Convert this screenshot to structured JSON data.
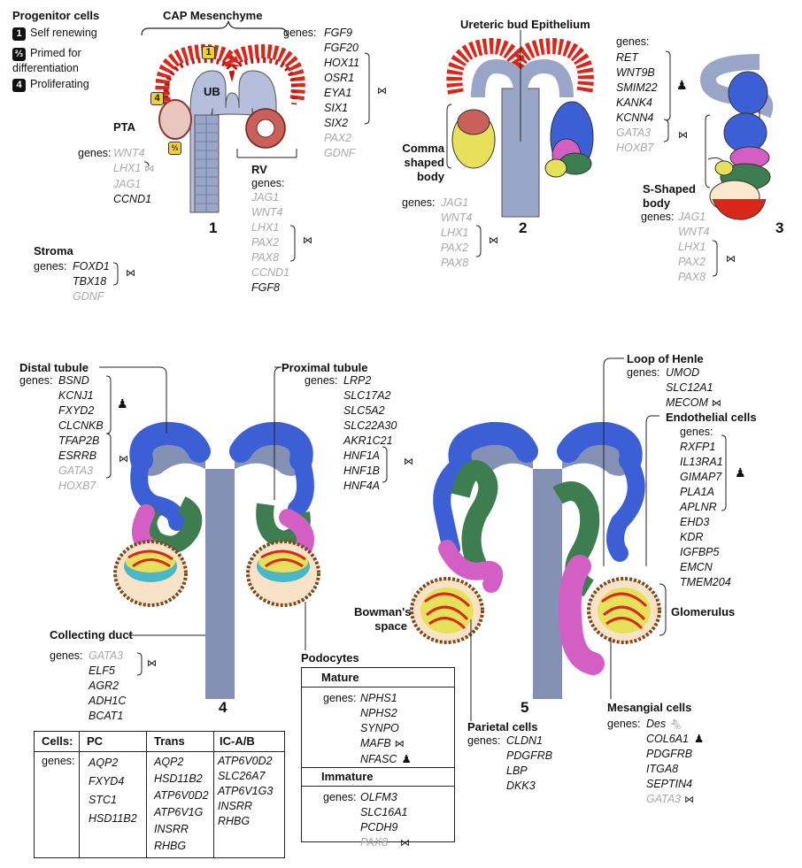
{
  "legend": {
    "title": "Progenitor cells",
    "items": [
      {
        "badge": "1",
        "text": "Self renewing"
      },
      {
        "badge": "⅔",
        "text": "Primed for differentiation"
      },
      {
        "badge": "4",
        "text": "Proliferating"
      }
    ]
  },
  "stage1": {
    "number": "1",
    "cap_title": "CAP Mesenchyme",
    "ub": "UB",
    "pta": "PTA",
    "rv": "RV",
    "cap_genes_label": "genes:",
    "cap_genes": [
      "FGF9",
      "FGF20",
      "HOX11",
      "OSR1",
      "EYA1",
      "SIX1",
      "SIX2",
      "PAX2",
      "GDNF"
    ],
    "pta_genes_label": "genes:",
    "pta_genes": [
      "WNT4",
      "LHX1",
      "JAG1",
      "CCND1"
    ],
    "rv_genes_label": "genes:",
    "rv_genes": [
      "JAG1",
      "WNT4",
      "LHX1",
      "PAX2",
      "PAX8",
      "CCND1",
      "FGF8"
    ],
    "stroma_title": "Stroma",
    "stroma_genes_label": "genes:",
    "stroma_genes": [
      "FOXD1",
      "TBX18",
      "GDNF"
    ],
    "badge_1": "1",
    "badge_4": "4",
    "badge_23": "⅔"
  },
  "stage2": {
    "number": "2",
    "title": "Ureteric bud Epithelium",
    "comma_label": "Comma shaped body",
    "ureteric_genes_label": "genes:",
    "ureteric_genes": [
      "RET",
      "WNT9B",
      "SMIM22",
      "KANK4",
      "KCNN4",
      "GATA3",
      "HOXB7"
    ],
    "comma_genes_label": "genes:",
    "comma_genes": [
      "JAG1",
      "WNT4",
      "LHX1",
      "PAX2",
      "PAX8"
    ]
  },
  "stage3": {
    "number": "3",
    "s_label": "S-Shaped body",
    "genes_label": "genes:",
    "genes": [
      "JAG1",
      "WNT4",
      "LHX1",
      "PAX2",
      "PAX8"
    ]
  },
  "stage4": {
    "number": "4",
    "distal_title": "Distal tubule",
    "distal_genes_label": "genes:",
    "distal_genes": [
      "BSND",
      "KCNJ1",
      "FXYD2",
      "CLCNKB",
      "TFAP2B",
      "ESRRB",
      "GATA3",
      "HOXB7"
    ],
    "proximal_title": "Proximal  tubule",
    "proximal_genes_label": "genes:",
    "proximal_genes": [
      "LRP2",
      "SLC17A2",
      "SLC5A2",
      "SLC22A30",
      "AKR1C21",
      "HNF1A",
      "HNF1B",
      "HNF4A"
    ],
    "collecting_title": "Collecting duct",
    "collecting_genes_label": "genes:",
    "collecting_genes": [
      "GATA3",
      "ELF5",
      "AGR2",
      "ADH1C",
      "BCAT1"
    ],
    "podocytes_title": "Podocytes",
    "mature_title": "Mature",
    "mature_genes_label": "genes:",
    "mature_genes": [
      "NPHS1",
      "NPHS2",
      "SYNPO",
      "MAFB",
      "NFASC"
    ],
    "immature_title": "Immature",
    "immature_genes_label": "genes:",
    "immature_genes": [
      "OLFM3",
      "SLC16A1",
      "PCDH9",
      "PAX8"
    ]
  },
  "stage5": {
    "number": "5",
    "loop_title": "Loop of Henle",
    "loop_genes_label": "genes:",
    "loop_genes": [
      "UMOD",
      "SLC12A1",
      "MECOM"
    ],
    "endo_title": "Endothelial cells",
    "endo_genes_label": "genes:",
    "endo_genes": [
      "RXFP1",
      "IL13RA1",
      "GIMAP7",
      "PLA1A",
      "APLNR",
      "EHD3",
      "KDR",
      "IGFBP5",
      "EMCN",
      "TMEM204"
    ],
    "glomerulus": "Glomerulus",
    "bowman": "Bowman's space",
    "parietal_title": "Parietal cells",
    "parietal_genes_label": "genes:",
    "parietal_genes": [
      "CLDN1",
      "PDGFRB",
      "LBP",
      "DKK3"
    ],
    "mesangial_title": "Mesangial cells",
    "mesangial_genes_label": "genes:",
    "mesangial_genes": [
      "Des",
      "COL6A1",
      "PDGFRB",
      "ITGA8",
      "SEPTIN4",
      "GATA3"
    ]
  },
  "cells_table": {
    "corner": "Cells:",
    "row_label": "genes:",
    "columns": [
      {
        "name": "PC",
        "genes": [
          "AQP2",
          "FXYD4",
          "STC1",
          "HSD11B2"
        ]
      },
      {
        "name": "Trans",
        "genes": [
          "AQP2",
          "HSD11B2",
          "ATP6V0D2",
          "ATP6V1G",
          "INSRR",
          "RHBG"
        ]
      },
      {
        "name": "IC-A/B",
        "genes": [
          "ATP6V0D2",
          "SLC26A7",
          "ATP6V1G3",
          "INSRR",
          "RHBG"
        ]
      }
    ]
  },
  "colors": {
    "ub_blue": "#9aa6c8",
    "duct_slate": "#8590b5",
    "cap_red": "#d8281c",
    "distal_blue": "#3d5fd6",
    "proximal_green": "#3e7d4f",
    "loop_pink": "#d45fc4",
    "gray_gene": "#a9a9a9",
    "badge_yellow": "#f3d12a"
  }
}
